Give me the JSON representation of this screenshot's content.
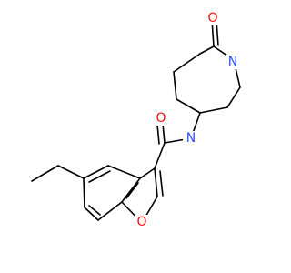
{
  "molecule": {
    "atoms": {
      "carbonyl_oxygen_amide": {
        "label": "O",
        "color": "#ff0d0d"
      },
      "amide_nitrogen": {
        "label": "N",
        "color": "#3050f8"
      },
      "ketone_oxygen": {
        "label": "O",
        "color": "#ff0d0d"
      },
      "ring_nitrogen": {
        "label": "N",
        "color": "#3050f8"
      },
      "furan_oxygen": {
        "label": "O",
        "color": "#ff0d0d"
      }
    }
  }
}
